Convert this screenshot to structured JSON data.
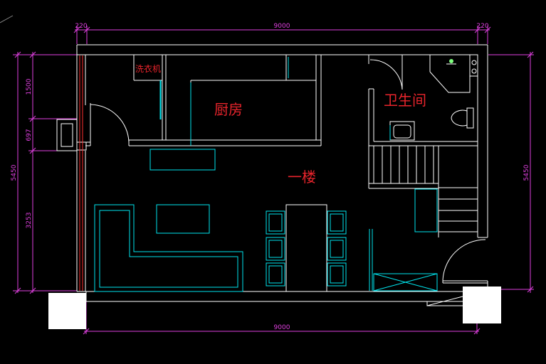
{
  "rooms": {
    "washer": "洗衣机",
    "kitchen": "厨房",
    "bathroom": "卫生间",
    "floor": "一楼"
  },
  "dimensions": {
    "top_total": "9000",
    "top_left": "220",
    "top_right": "220",
    "bottom_total": "9000",
    "left_total": "5450",
    "left_seg1": "1500",
    "left_seg2": "697",
    "left_seg3": "3253",
    "right_total": "5450"
  },
  "colors": {
    "background": "#000000",
    "wall": "#ffffff",
    "furniture": "#00e5ee",
    "dimension": "#e040e0",
    "label": "#e8242c"
  }
}
